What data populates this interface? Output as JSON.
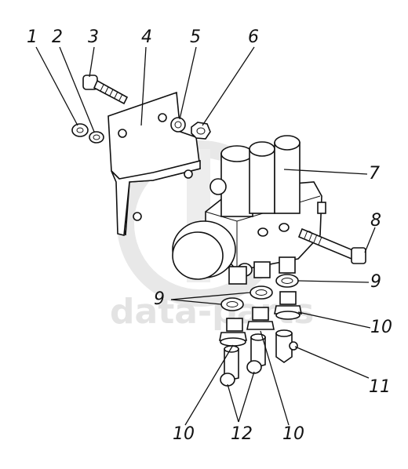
{
  "watermark": {
    "text": "data-parts"
  },
  "callouts": [
    "1",
    "2",
    "3",
    "4",
    "5",
    "6",
    "7",
    "8",
    "9",
    "9",
    "10",
    "10",
    "10",
    "11",
    "12"
  ]
}
